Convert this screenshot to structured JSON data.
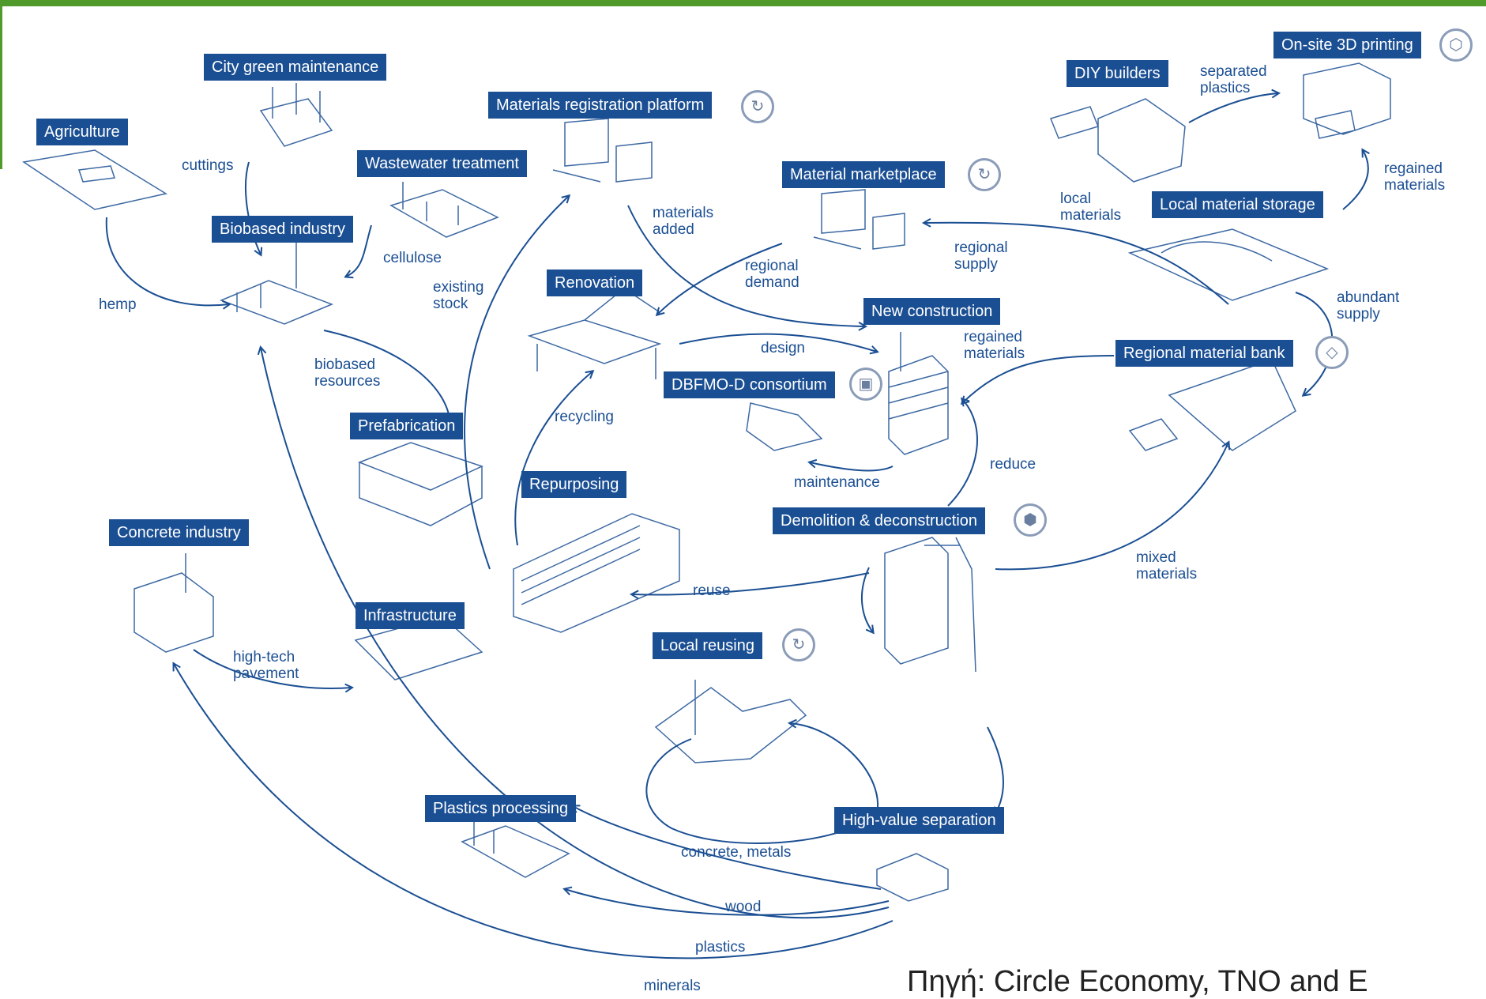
{
  "colors": {
    "accent": "#4f9a2a",
    "box": "#1b4f93",
    "label": "#1b4f93",
    "arrow": "#1b4f93"
  },
  "boxes": {
    "agriculture": "Agriculture",
    "city_green": "City green maintenance",
    "biobased_industry": "Biobased industry",
    "wastewater": "Wastewater treatment",
    "materials_registration": "Materials registration platform",
    "material_marketplace": "Material marketplace",
    "diy_builders": "DIY builders",
    "onsite_3d": "On-site 3D printing",
    "local_storage": "Local material storage",
    "renovation": "Renovation",
    "new_construction": "New construction",
    "dbfmo": "DBFMO-D consortium",
    "regional_bank": "Regional material bank",
    "prefabrication": "Prefabrication",
    "repurposing": "Repurposing",
    "demolition": "Demolition & deconstruction",
    "concrete_industry": "Concrete industry",
    "infrastructure": "Infrastructure",
    "local_reusing": "Local reusing",
    "plastics_processing": "Plastics processing",
    "high_value_separation": "High-value separation"
  },
  "flows": {
    "cuttings": "cuttings",
    "hemp": "hemp",
    "cellulose": "cellulose",
    "existing_stock": "existing\nstock",
    "biobased_resources": "biobased\nresources",
    "materials_added": "materials\nadded",
    "regional_demand": "regional\ndemand",
    "regional_supply": "regional\nsupply",
    "local_materials": "local\nmaterials",
    "separated_plastics": "separated\nplastics",
    "regained_materials_top": "regained\nmaterials",
    "abundant_supply": "abundant\nsupply",
    "design": "design",
    "regained_materials_mid": "regained\nmaterials",
    "recycling": "recycling",
    "maintenance": "maintenance",
    "reduce": "reduce",
    "mixed_materials": "mixed\nmaterials",
    "reuse": "reuse",
    "high_tech_pavement": "high-tech\npavement",
    "concrete_metals": "concrete, metals",
    "wood": "wood",
    "plastics": "plastics",
    "minerals": "minerals"
  },
  "icons": [
    "cycle-icon",
    "cube-icon",
    "tag-icon",
    "box-icon"
  ],
  "source": "Πηγή: Circle Economy, TNO and E"
}
